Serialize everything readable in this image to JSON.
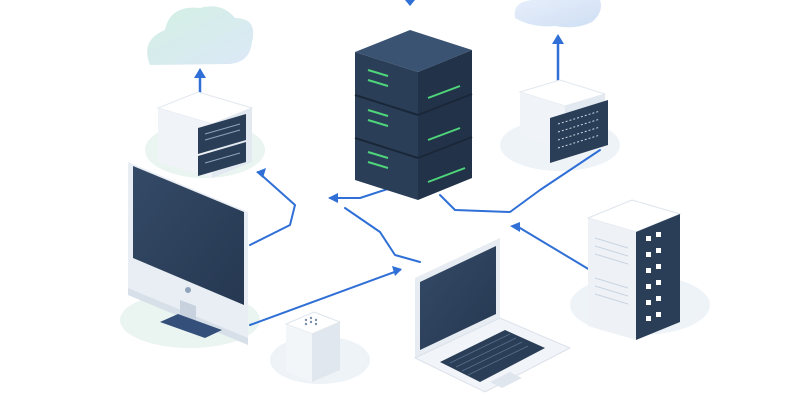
{
  "scene": {
    "nodes": [
      {
        "id": "cloud-left",
        "icon": "cloud-icon"
      },
      {
        "id": "cloud-right",
        "icon": "cloud-icon"
      },
      {
        "id": "storage-left",
        "icon": "storage-server-icon"
      },
      {
        "id": "storage-right",
        "icon": "storage-server-icon"
      },
      {
        "id": "main-server",
        "icon": "server-rack-icon"
      },
      {
        "id": "server-tower",
        "icon": "server-tower-icon"
      },
      {
        "id": "monitor",
        "icon": "desktop-monitor-icon"
      },
      {
        "id": "laptop",
        "icon": "laptop-icon"
      },
      {
        "id": "router-cube",
        "icon": "router-icon"
      }
    ]
  },
  "colors": {
    "accent_blue": "#2f6fd6",
    "dark_navy": "#2b3e57",
    "panel_light": "#f2f5f9",
    "panel_shadow": "#dfe6ee",
    "led_green": "#4fd67a",
    "ground_mint": "#eaf4f1",
    "cloud_mint": "#cfeee2",
    "cloud_blue": "#dbe8f7"
  }
}
